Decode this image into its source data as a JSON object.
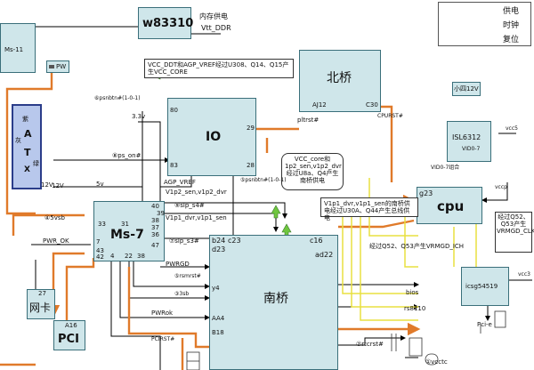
{
  "legend": {
    "power": "供电",
    "clock": "时钟",
    "reset": "复位"
  },
  "colors": {
    "power": "#000000",
    "clock": "#e8e040",
    "reset": "#e07a2a",
    "block": "#cfe6ea",
    "block_border": "#3a6f7a",
    "atx": "#b8c8ec",
    "atx_border": "#2b3d8a",
    "arrow_green": "#6fc63f"
  },
  "blocks": {
    "w83310": "w83310",
    "north_bridge": "北桥",
    "io": "IO",
    "ms7": "Ms-7",
    "south_bridge": "南桥",
    "cpu": "cpu",
    "isl6312": "ISL6312",
    "icsg": "icsg54519",
    "small_12v": "小四12V",
    "ms11": "Ms-11",
    "pw": "PW",
    "network": "网卡",
    "pci": "PCI",
    "pcie": "Pci-e",
    "bios": "bios",
    "rs8110": "rs8110"
  },
  "atx": {
    "side1": "紫",
    "side2": "灰",
    "letters": [
      "A",
      "T",
      "X"
    ],
    "green": "绿",
    "v12": "12V"
  },
  "notes": {
    "mem_power": "内存供电",
    "vtt_ddr": "Vtt_DDR",
    "vcc_core_note": "VCC_DDT和AGP_VREF经过U308、Q14、Q15产生VCC_CORE",
    "vcc_core_1p2": "VCC_core和1p2_sen,v1p2_dvr经过U8a、Q4产生南桥供电",
    "v1p1_note": "V1p1_dvr,v1p1_sen的南桥供电经过U30A、Q44产生总线供电",
    "vrmgd_note": "经过Q52、Q53产生VRMGD_ICH",
    "vrmgd_clk": "经过Q52、Q53产生VRMGD_CLK"
  },
  "signals": {
    "psonbtn": "⑥psnbtn#(1-0-1)",
    "v3_3": "3.3v",
    "ps_on": "⑧ps_on#",
    "v5": "5v",
    "v12": "12V",
    "v5sb": "④5vsb",
    "pwr_ok": "PWR_OK",
    "agp_vref": "AGP_VREF",
    "v1p2": "V1p2_sen,v1p2_dvr",
    "v1p1": "V1p1_dvr,v1p1_sen",
    "slp_s3": "⑦slp_s3#",
    "slp_s4": "⑨slp_s4#",
    "psonbtn_sb": "⑤psnbtn#(1-0-1)",
    "pltrst": "pltrst#",
    "cpurst": "CPURST#",
    "vid": "VID0-7组合",
    "vcc5": "vcc5",
    "vccp": "vccp",
    "pwrgd": "PWRGD",
    "rsmrst": "⑤rsmrst#",
    "v3sb": "③3sb",
    "pwrok": "PWRok",
    "pcirst": "PCIRST#",
    "rtcrst": "②rtcrst#",
    "vcctc": "①vcctc",
    "vcc3": "vcc3"
  },
  "pins": {
    "io_80": "80",
    "io_29": "29",
    "io_83": "83",
    "io_28": "28",
    "nb_aj12": "AJ12",
    "nb_c30": "C30",
    "ms_33": "33",
    "ms_31": "31",
    "ms_7": "7",
    "ms_40": "40",
    "ms_39": "39",
    "ms_38": "38",
    "ms_37": "37",
    "ms_36": "36",
    "ms_47": "47",
    "ms_43": "43",
    "ms_42": "42",
    "ms_4": "4",
    "ms_22": "22",
    "ms_38b": "38",
    "sb_b24": "b24",
    "sb_c23": "c23",
    "sb_c16": "c16",
    "sb_d23": "d23",
    "sb_ad22": "ad22",
    "sb_y4": "y4",
    "sb_aa4": "AA4",
    "sb_b18": "B18",
    "cpu_g23": "g23",
    "isl_vid": "VID0-7",
    "net_27": "27",
    "pci_a16": "A16"
  }
}
